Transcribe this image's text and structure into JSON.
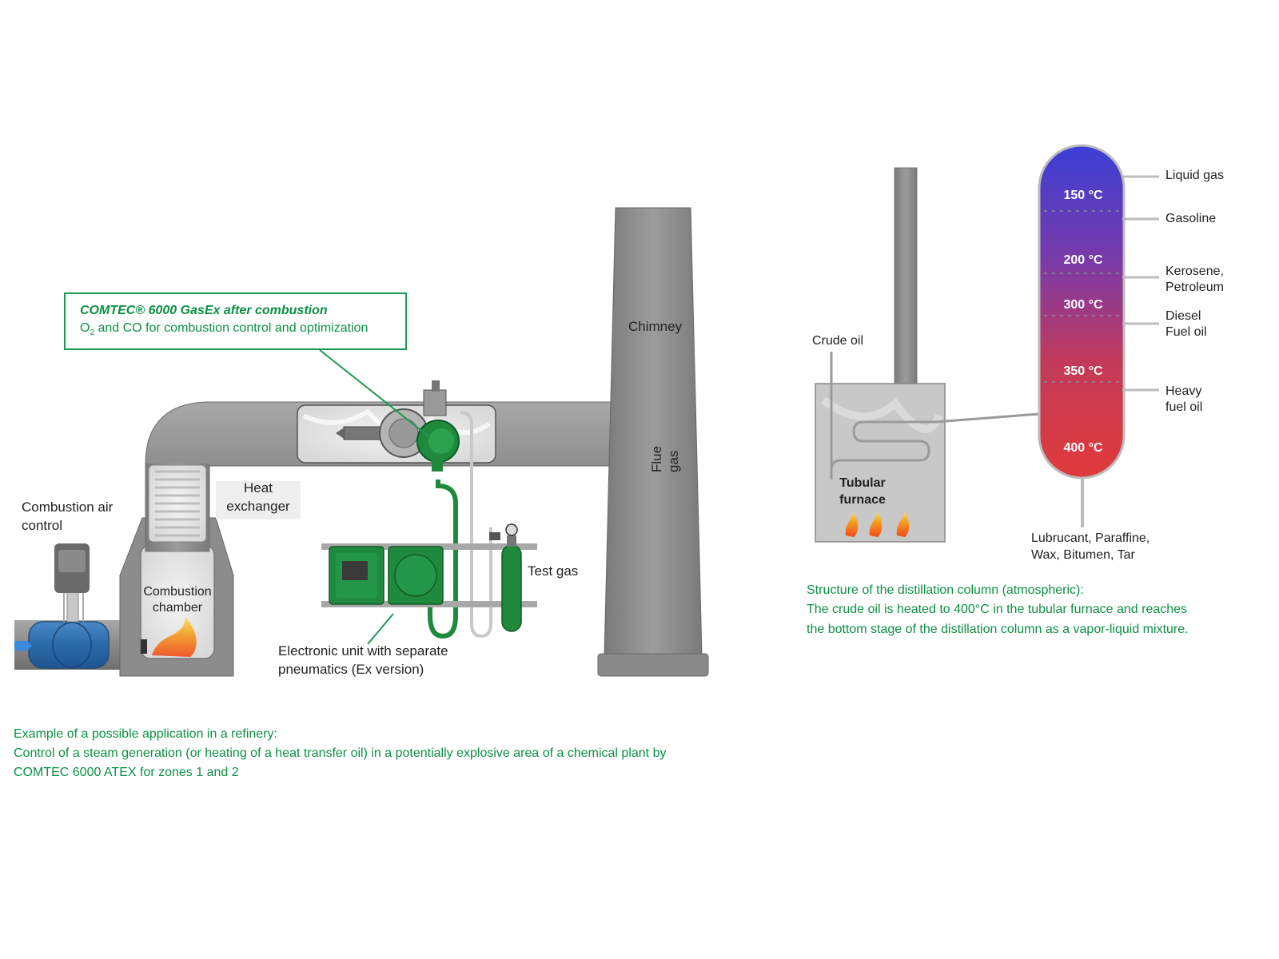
{
  "colors": {
    "accent_green": "#0c8f45",
    "pipe_gray": "#8f8f8f",
    "column_top": "#3a3fd0",
    "column_bottom": "#e03a3a",
    "flame": "#f07a1a"
  },
  "icons": [
    "flame-icon",
    "arrow-right-icon",
    "gauge-icon",
    "gas-cylinder-icon"
  ],
  "refinery": {
    "callout_title": "COMTEC® 6000 GasEx after combustion",
    "callout_line_o": "O",
    "callout_line_sub": "2",
    "callout_line_rest": " and CO for combustion control and optimization",
    "chimney_label": "Chimney",
    "flue_gas_label": "Flue gas",
    "heat_exchanger_line1": "Heat",
    "heat_exchanger_line2": "exchanger",
    "combustion_air_line1": "Combustion air",
    "combustion_air_line2": "control",
    "combustion_chamber_line1": "Combustion",
    "combustion_chamber_line2": "chamber",
    "test_gas_label": "Test gas",
    "electronic_unit_line1": "Electronic unit with separate",
    "electronic_unit_line2": "pneumatics (Ex version)",
    "caption_line1": "Example of a possible application in a refinery:",
    "caption_line2": "Control of a steam generation (or heating of a heat transfer oil) in a potentially explosive area of a chemical plant by",
    "caption_line3": "COMTEC 6000 ATEX for zones 1 and 2"
  },
  "distillation": {
    "crude_oil_label": "Crude oil",
    "furnace_line1": "Tubular",
    "furnace_line2": "furnace",
    "temperatures": [
      "150 °C",
      "200 °C",
      "300 °C",
      "350 °C",
      "400 °C"
    ],
    "outputs": [
      {
        "line1": "Liquid gas",
        "line2": ""
      },
      {
        "line1": "Gasoline",
        "line2": ""
      },
      {
        "line1": "Kerosene,",
        "line2": "Petroleum"
      },
      {
        "line1": "Diesel",
        "line2": "Fuel oil"
      },
      {
        "line1": "Heavy",
        "line2": "fuel oil"
      }
    ],
    "bottom_line1": "Lubrucant,  Paraffine,",
    "bottom_line2": "Wax, Bitumen, Tar",
    "caption_line1": "Structure of the distillation column (atmospheric):",
    "caption_line2": "The crude oil is heated to 400°C in the tubular furnace and reaches",
    "caption_line3": "the bottom stage of the distillation column as a vapor-liquid mixture."
  }
}
